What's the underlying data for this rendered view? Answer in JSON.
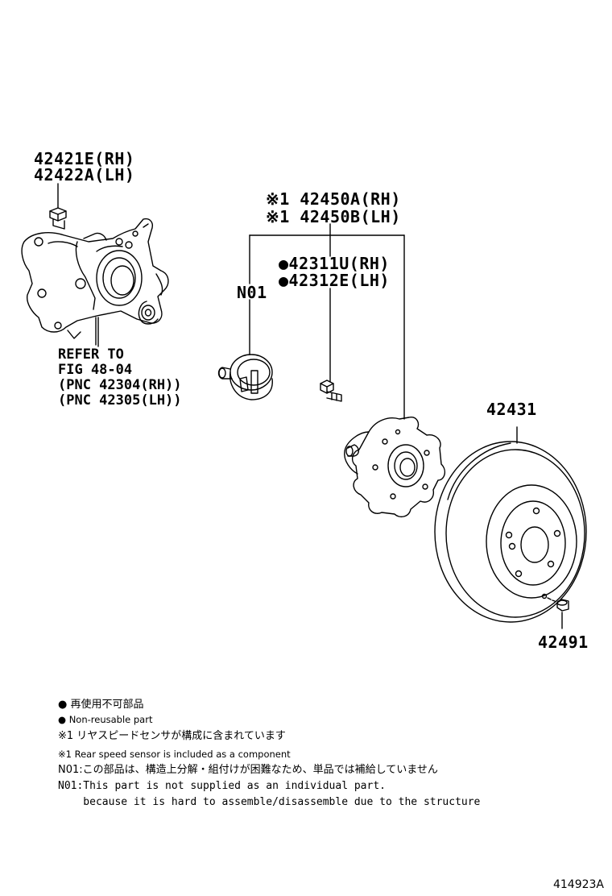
{
  "parts": {
    "knuckle_rh": "42421E(RH)",
    "knuckle_lh": "42422A(LH)",
    "hub_assy_rh": "※1 42450A(RH)",
    "hub_assy_lh": "※1 42450B(LH)",
    "hub_bolt_rh": "●42311U(RH)",
    "hub_bolt_lh": "●42312E(LH)",
    "n01": "N01",
    "disc": "42431",
    "screw": "42491"
  },
  "reference": {
    "line1": "REFER TO",
    "line2": "FIG 48-04",
    "line3": "(PNC 42304(RH))",
    "line4": "(PNC 42305(LH))"
  },
  "notes": {
    "bullet_jp": "● 再使用不可部品",
    "bullet_en": "● Non-reusable part",
    "kome_jp": "※1 リヤスピードセンサが構成に含まれています",
    "kome_en": "※1 Rear speed sensor is included as a component",
    "n01_jp": "N01:この部品は、構造上分解・組付けが困難なため、単品では補給していません",
    "n01_en1": "N01:This part is not supplied as an individual part.",
    "n01_en2": "    because it is hard to assemble/disassemble due to the structure"
  },
  "figure_id": "414923A"
}
